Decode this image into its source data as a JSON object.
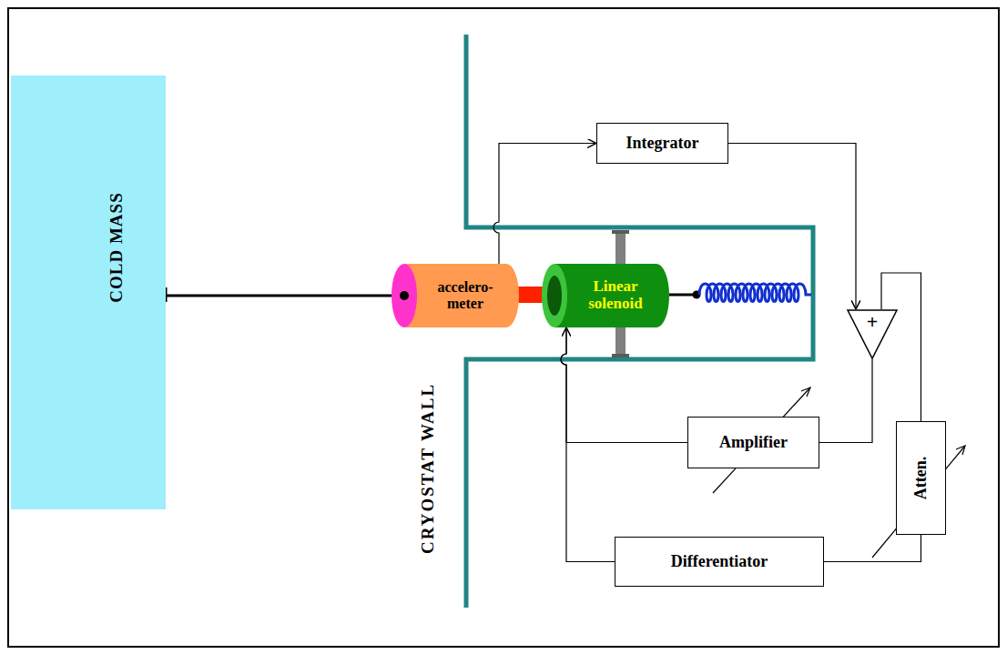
{
  "diagram": {
    "nodes": [
      {
        "text": [
          "COLD MASS"
        ]
      },
      {
        "text": [
          "accelero- meter"
        ]
      },
      {
        "text": [
          "Linear solenoid"
        ]
      },
      {
        "text": [
          "Integrator"
        ]
      },
      {
        "text": [
          "+"
        ]
      },
      {
        "text": [
          "Amplifier"
        ]
      },
      {
        "text": [
          "Differentiator"
        ]
      },
      {
        "text": [
          "Atten."
        ]
      }
    ],
    "edges": [
      {
        "from": 0,
        "to": 1,
        "arrow": "none"
      },
      {
        "from": 1,
        "to": 3,
        "arrow": "to"
      },
      {
        "from": 3,
        "to": 4,
        "arrow": "to"
      },
      {
        "from": 4,
        "to": 5,
        "arrow": "none"
      },
      {
        "from": 5,
        "to": 2,
        "arrow": "to"
      },
      {
        "from": 2,
        "to": 6,
        "arrow": "none"
      },
      {
        "from": 6,
        "to": 7,
        "arrow": "none"
      },
      {
        "from": 7,
        "to": 4,
        "arrow": "none"
      }
    ],
    "labels": [
      "CRYOSTAT WALL"
    ]
  }
}
